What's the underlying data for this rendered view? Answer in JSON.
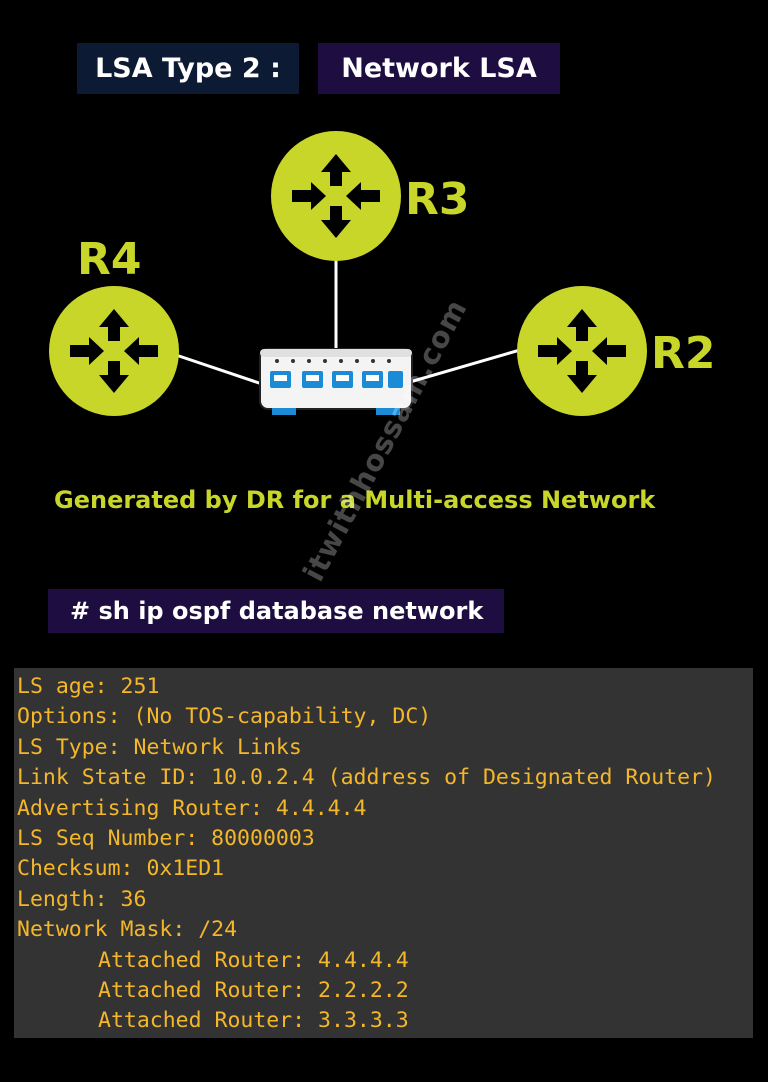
{
  "title": {
    "left": "LSA Type 2 :",
    "right": "Network LSA"
  },
  "diagram": {
    "routers": [
      {
        "id": "R3",
        "label": "R3"
      },
      {
        "id": "R4",
        "label": "R4"
      },
      {
        "id": "R2",
        "label": "R2"
      }
    ],
    "switch_icon": "network-switch-icon",
    "router_icon": "router-arrows-icon",
    "colors": {
      "router": "#c8d62a",
      "port": "#1a8bd4",
      "link": "#ffffff"
    }
  },
  "subtitle": "Generated by DR for a Multi-access Network",
  "command": "# sh ip ospf database network",
  "terminal": {
    "lines": [
      "LS age: 251",
      "Options: (No TOS-capability, DC)",
      "LS Type: Network Links",
      "Link State ID: 10.0.2.4 (address of Designated Router)",
      "Advertising Router: 4.4.4.4",
      "LS Seq Number: 80000003",
      "Checksum: 0x1ED1",
      "Length: 36",
      "Network Mask: /24"
    ],
    "attached": [
      "Attached Router: 4.4.4.4",
      "Attached Router: 2.2.2.2",
      "Attached Router: 3.3.3.3"
    ]
  },
  "watermark": "itwithhossam.com"
}
